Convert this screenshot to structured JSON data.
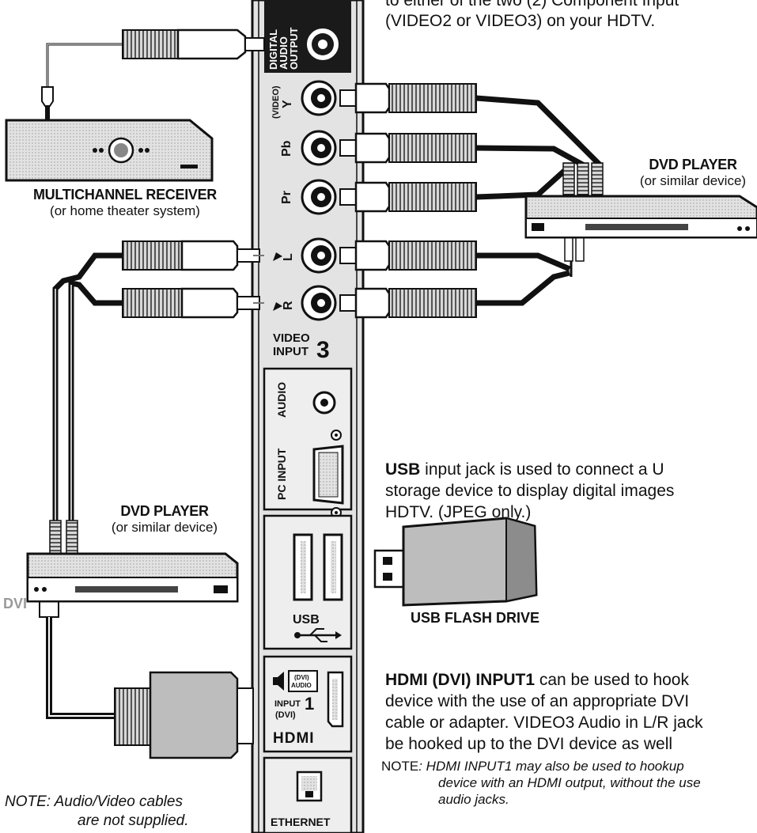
{
  "top_text": {
    "line1": "to either of the two (2) Component Input",
    "line2": "(VIDEO2 or VIDEO3) on your HDTV."
  },
  "panel": {
    "digital_audio_output": [
      "DIGITAL",
      "AUDIO",
      "OUTPUT"
    ],
    "video_label": "(VIDEO)",
    "y_label": "Y",
    "pb_label": "Pb",
    "pr_label": "Pr",
    "l_label": "L",
    "r_label": "R",
    "video_input_text": "VIDEO",
    "input_text": "INPUT",
    "video_input_number": "3",
    "audio_label": "AUDIO",
    "pc_input_label": "PC INPUT",
    "usb_label": "USB",
    "dvi_audio_label": [
      "(DVI)",
      "AUDIO"
    ],
    "hdmi_input_text": "INPUT",
    "hdmi_input_number": "1",
    "hdmi_dvi_sub": "(DVI)",
    "hdmi_logo": "HDMI",
    "ethernet_label": "ETHERNET"
  },
  "devices": {
    "receiver_title": "MULTICHANNEL RECEIVER",
    "receiver_sub": "(or home theater system)",
    "dvd_right_title": "DVD PLAYER",
    "dvd_right_sub": "(or similar device)",
    "dvd_left_title": "DVD PLAYER",
    "dvd_left_sub": "(or similar device)",
    "dvi_label": "DVI",
    "usb_flash_label": "USB FLASH DRIVE"
  },
  "usb_text": {
    "bold": "USB",
    "line1_rest": " input jack is used to connect a U",
    "line2": "storage device to display digital images",
    "line3": "HDTV. (JPEG only.)"
  },
  "hdmi_text": {
    "bold": "HDMI (DVI) INPUT1",
    "line1_rest": " can be used to hook",
    "line2": "device with the use of an appropriate DVI",
    "line3": "cable or adapter. VIDEO3 Audio in L/R jack",
    "line4": "be hooked up to the DVI device as well"
  },
  "note_right": {
    "prefix": "NOTE",
    "line1": ": HDMI INPUT1 may also be used to hookup",
    "line2": "device with an HDMI output, without the use",
    "line3": "audio jacks."
  },
  "note_left": {
    "prefix": "NOTE",
    "line1": ": Audio/Video  cables",
    "line2": "are not supplied."
  },
  "colors": {
    "ink": "#111111",
    "dark_panel": "#1a1a1a",
    "gray_fill": "#bdbdbd",
    "light_gray": "#e6e6e6",
    "dvi_gray": "#9a9a9a"
  }
}
